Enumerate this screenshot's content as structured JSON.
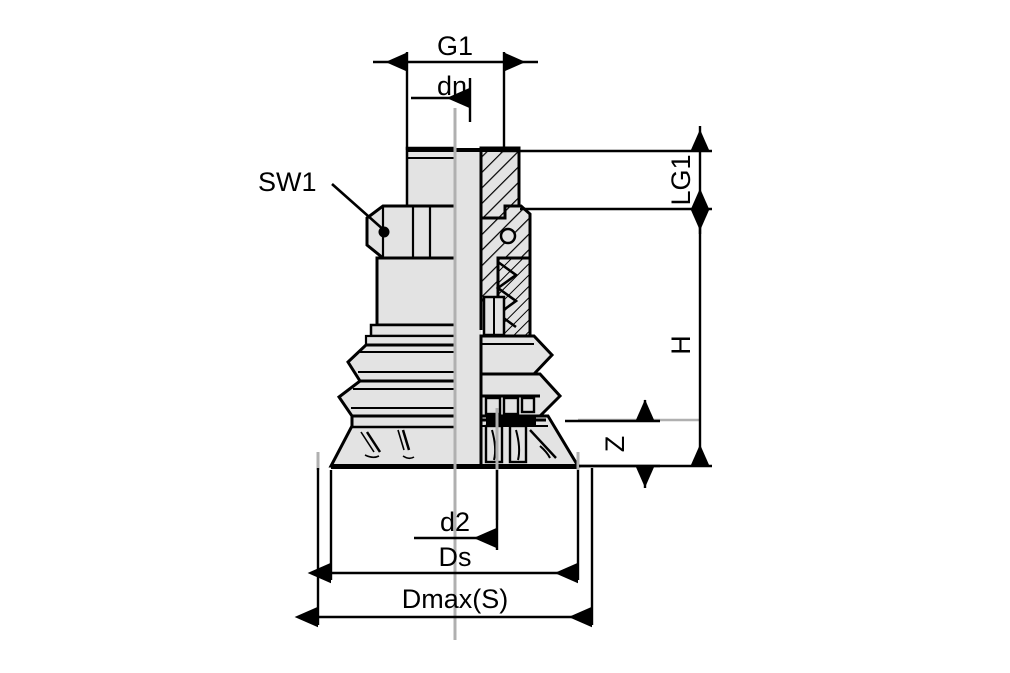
{
  "drawing": {
    "type": "technical-cross-section",
    "subject": "bellows vacuum suction cup with threaded fitting",
    "background_color": "#ffffff",
    "line_color": "#000000",
    "fill_color": "#e3e3e3",
    "centerline_color": "#b0b0b0",
    "units": "unlabeled (symbolic dimension letters)"
  },
  "dimensions": {
    "g1": {
      "label": "G1",
      "kind": "horizontal-outer",
      "description": "thread diameter across top of fitting"
    },
    "dn": {
      "label": "dn",
      "kind": "horizontal-inner",
      "description": "nominal bore diameter of vacuum channel"
    },
    "sw1": {
      "label": "SW1",
      "kind": "leader",
      "description": "wrench flat size on hex nut"
    },
    "lg1": {
      "label": "LG1",
      "kind": "vertical-right",
      "description": "thread engagement length"
    },
    "h": {
      "label": "H",
      "kind": "vertical-right",
      "description": "overall height of assembly"
    },
    "z": {
      "label": "Z",
      "kind": "vertical-right",
      "description": "stroke / compression travel of bellows"
    },
    "d2": {
      "label": "d2",
      "kind": "horizontal-bottom",
      "description": "inner sealing lip diameter"
    },
    "ds": {
      "label": "Ds",
      "kind": "horizontal-bottom",
      "description": "suction cup sealing diameter"
    },
    "dmax": {
      "label": "Dmax(S)",
      "kind": "horizontal-bottom",
      "description": "maximum outer diameter of suction cup"
    }
  }
}
